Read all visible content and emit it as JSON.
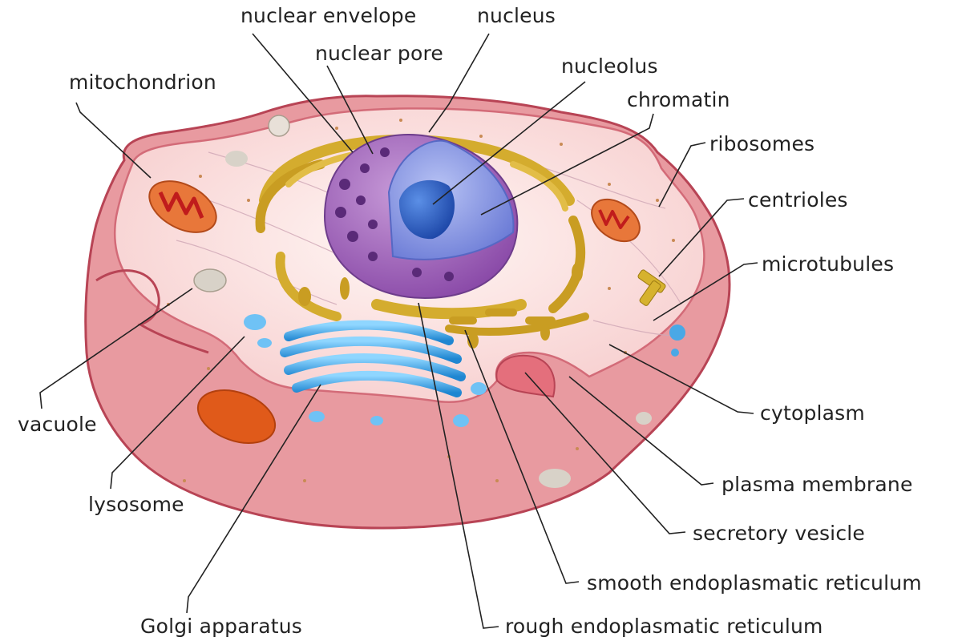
{
  "labels": {
    "nuclear_envelope": "nuclear envelope",
    "nucleus": "nucleus",
    "nuclear_pore": "nuclear pore",
    "nucleolus": "nucleolus",
    "chromatin": "chromatin",
    "mitochondrion": "mitochondrion",
    "ribosomes": "ribosomes",
    "centrioles": "centrioles",
    "microtubules": "microtubules",
    "cytoplasm": "cytoplasm",
    "vacuole": "vacuole",
    "lysosome": "lysosome",
    "plasma_membrane": "plasma membrane",
    "secretory_vesicle": "secretory vesicle",
    "smooth_er": "smooth endoplasmatic reticulum",
    "golgi_apparatus": "Golgi apparatus",
    "rough_er": "rough endoplasmatic reticulum"
  },
  "colors": {
    "cell_body": "#f2b8ba",
    "cell_rim": "#c8505e",
    "cytoplasm": "#fbe3e2",
    "nucleus_envelope": "#9a5cb4",
    "nucleus_inner": "#7f8fe0",
    "nucleolus": "#2f63c9",
    "rough_er": "#c9a227",
    "golgi": "#3aa0e0",
    "mitochondrion": "#e06a2a",
    "leader_line": "#222222"
  }
}
